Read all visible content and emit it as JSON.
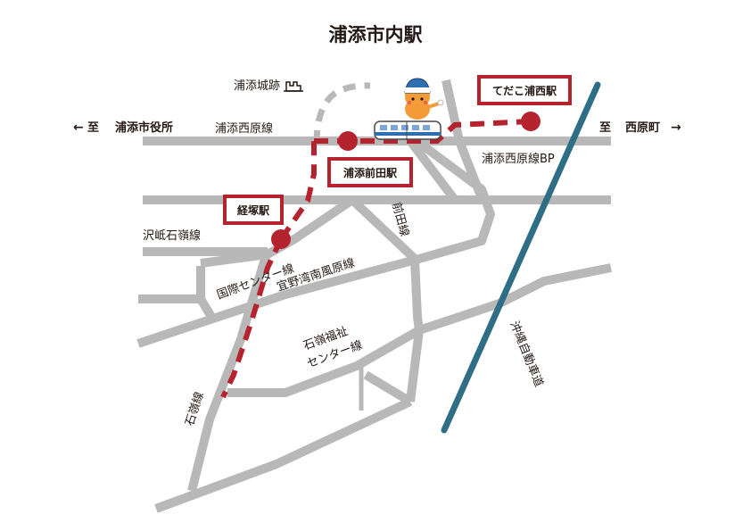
{
  "title": "浦添市内駅",
  "directions": {
    "left_arrow": "←",
    "left_prefix": "至",
    "left_destination": "浦添市役所",
    "right_prefix": "至",
    "right_destination": "西原町",
    "right_arrow": "→"
  },
  "landmarks": {
    "castle_ruins": "浦添城跡"
  },
  "stations": {
    "tedako_urasoe": "てだこ浦西駅",
    "urasoe_maeda": "浦添前田駅",
    "kyozuka": "経塚駅"
  },
  "roads": {
    "urasoe_nishibaru": "浦添西原線",
    "urasoe_nishibaru_bp": "浦添西原線BP",
    "maeda_line": "前田線",
    "takushi_ishimine": "沢岻石嶺線",
    "kokusai_center": "国際センター線",
    "ginowan_minamifuhara": "宜野湾南風原線",
    "ishimine_fukushi_1": "石嶺福祉",
    "ishimine_fukushi_2": "センター線",
    "ishimine_line": "石嶺線",
    "okinawa_expressway": "沖縄自動車道"
  },
  "colors": {
    "road": "#b8b8b8",
    "rail": "#b5232f",
    "expressway": "#2e6f86",
    "text": "#231815"
  },
  "icons": {
    "castle": "castle-icon",
    "train": "monorail-train-icon",
    "mascot": "mascot-icon"
  }
}
